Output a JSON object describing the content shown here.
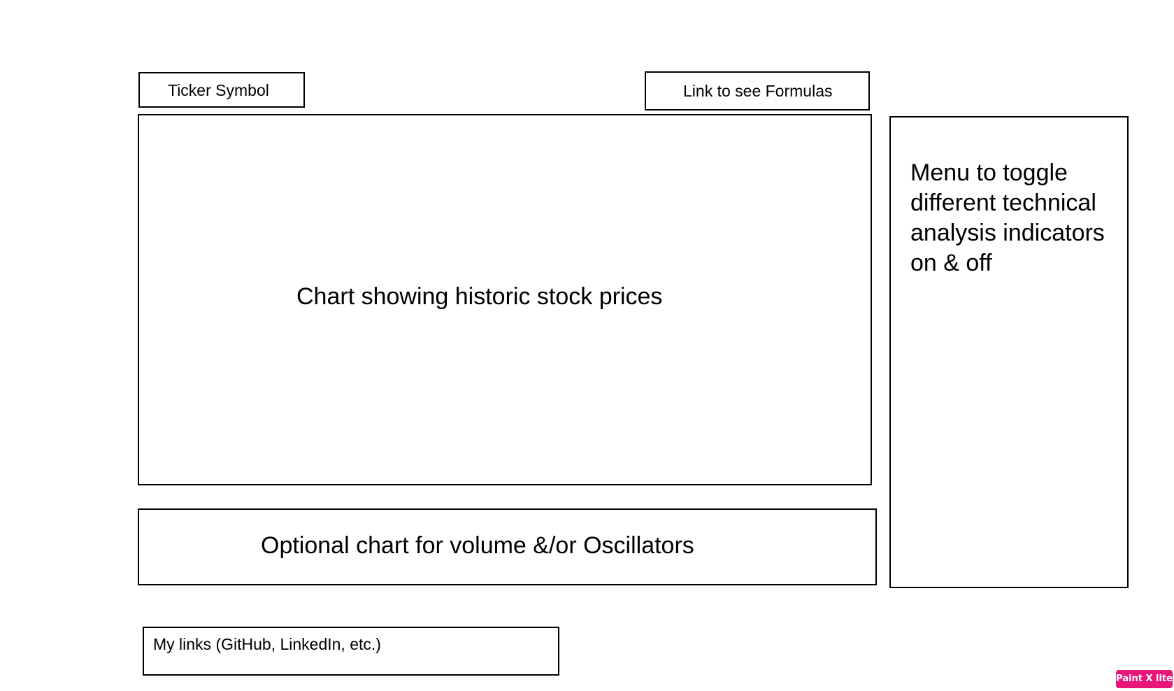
{
  "wireframe": {
    "ticker_symbol": "Ticker Symbol",
    "formulas_link": "Link to see Formulas",
    "main_chart": "Chart showing historic stock prices",
    "indicator_menu": "Menu to toggle different technical analysis indicators on & off",
    "oscillator_chart": "Optional chart for volume &/or Oscillators",
    "my_links": "My links (GitHub, LinkedIn, etc.)"
  },
  "watermark": {
    "text": "Paint X lite",
    "color": "#e8157a"
  }
}
